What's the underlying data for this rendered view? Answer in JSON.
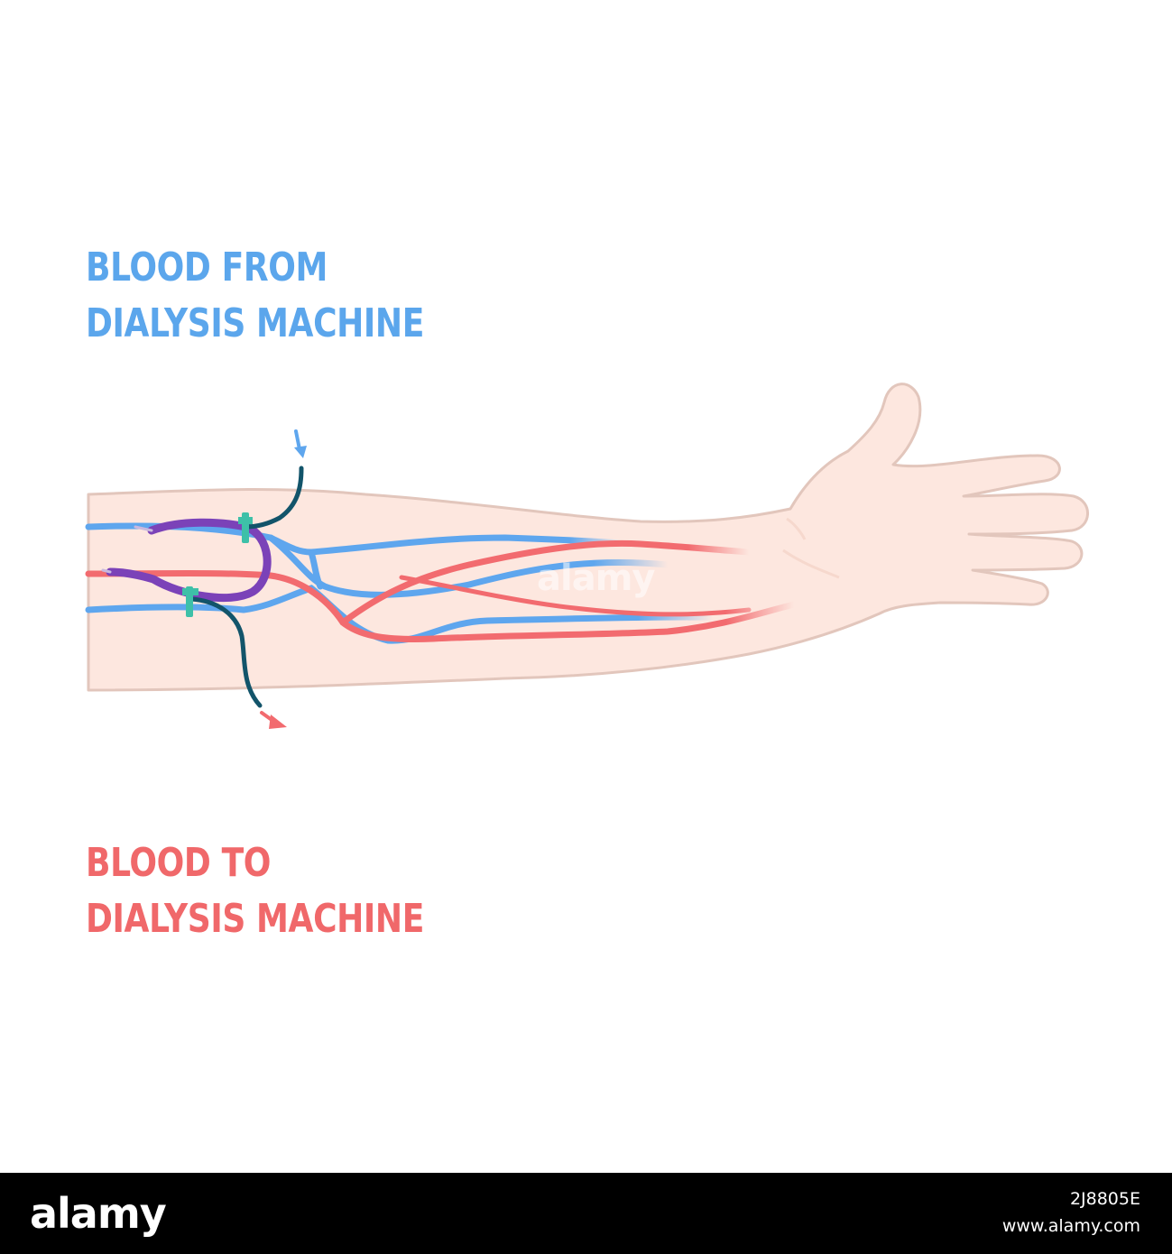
{
  "labels": {
    "from_line1": "BLOOD FROM",
    "from_line2": "DIALYSIS MACHINE",
    "to_line1": "BLOOD TO",
    "to_line2": "DIALYSIS MACHINE"
  },
  "watermark": "alamy",
  "footer": {
    "logo": "alamy",
    "image_id": "2J8805E",
    "site": "www.alamy.com"
  },
  "colors": {
    "from_label": "#5ba6ec",
    "to_label": "#f0686a",
    "vein": "#5ea6ee",
    "artery": "#f26b6f",
    "skin": "#fde7df",
    "skin_outline": "#e2c6bc",
    "fistula": "#7b42b8",
    "tubing": "#12546a",
    "clamp": "#3ec0a8"
  }
}
